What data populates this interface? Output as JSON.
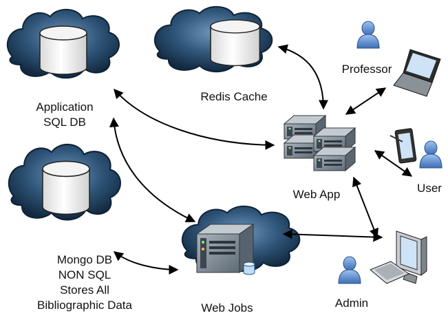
{
  "nodes": {
    "sql_db": {
      "label_lines": [
        "Application",
        "SQL DB"
      ],
      "icon": "database-cloud-icon"
    },
    "redis": {
      "label": "Redis Cache",
      "icon": "database-cloud-icon"
    },
    "mongo_db": {
      "label_lines": [
        "Mongo DB",
        "NON SQL",
        "Stores All",
        "Bibliographic Data"
      ],
      "icon": "database-cloud-icon"
    },
    "web_app": {
      "label": "Web App",
      "icon": "server-rack-icon"
    },
    "web_jobs": {
      "label": "Web Jobs",
      "icon": "server-cloud-icon"
    },
    "professor": {
      "label": "Professor",
      "icons": [
        "person-icon",
        "laptop-icon"
      ]
    },
    "user": {
      "label": "User",
      "icons": [
        "person-icon",
        "tablet-icon"
      ]
    },
    "admin": {
      "label": "Admin",
      "icons": [
        "person-icon",
        "desktop-computer-icon"
      ]
    }
  },
  "connections": [
    {
      "from": "web_app",
      "to": "sql_db",
      "direction": "both"
    },
    {
      "from": "web_app",
      "to": "redis",
      "direction": "both"
    },
    {
      "from": "web_app",
      "to": "professor",
      "direction": "both"
    },
    {
      "from": "web_app",
      "to": "user",
      "direction": "both"
    },
    {
      "from": "web_app",
      "to": "admin",
      "direction": "both"
    },
    {
      "from": "web_jobs",
      "to": "sql_db",
      "direction": "both"
    },
    {
      "from": "web_jobs",
      "to": "mongo_db",
      "direction": "both"
    },
    {
      "from": "web_jobs",
      "to": "admin",
      "direction": "both"
    }
  ],
  "colors": {
    "cloud_dark": "#16324f",
    "cloud_light": "#5d86ad",
    "server": "#7f8c97",
    "person": "#5b8fd0",
    "arrow": "#000000"
  }
}
